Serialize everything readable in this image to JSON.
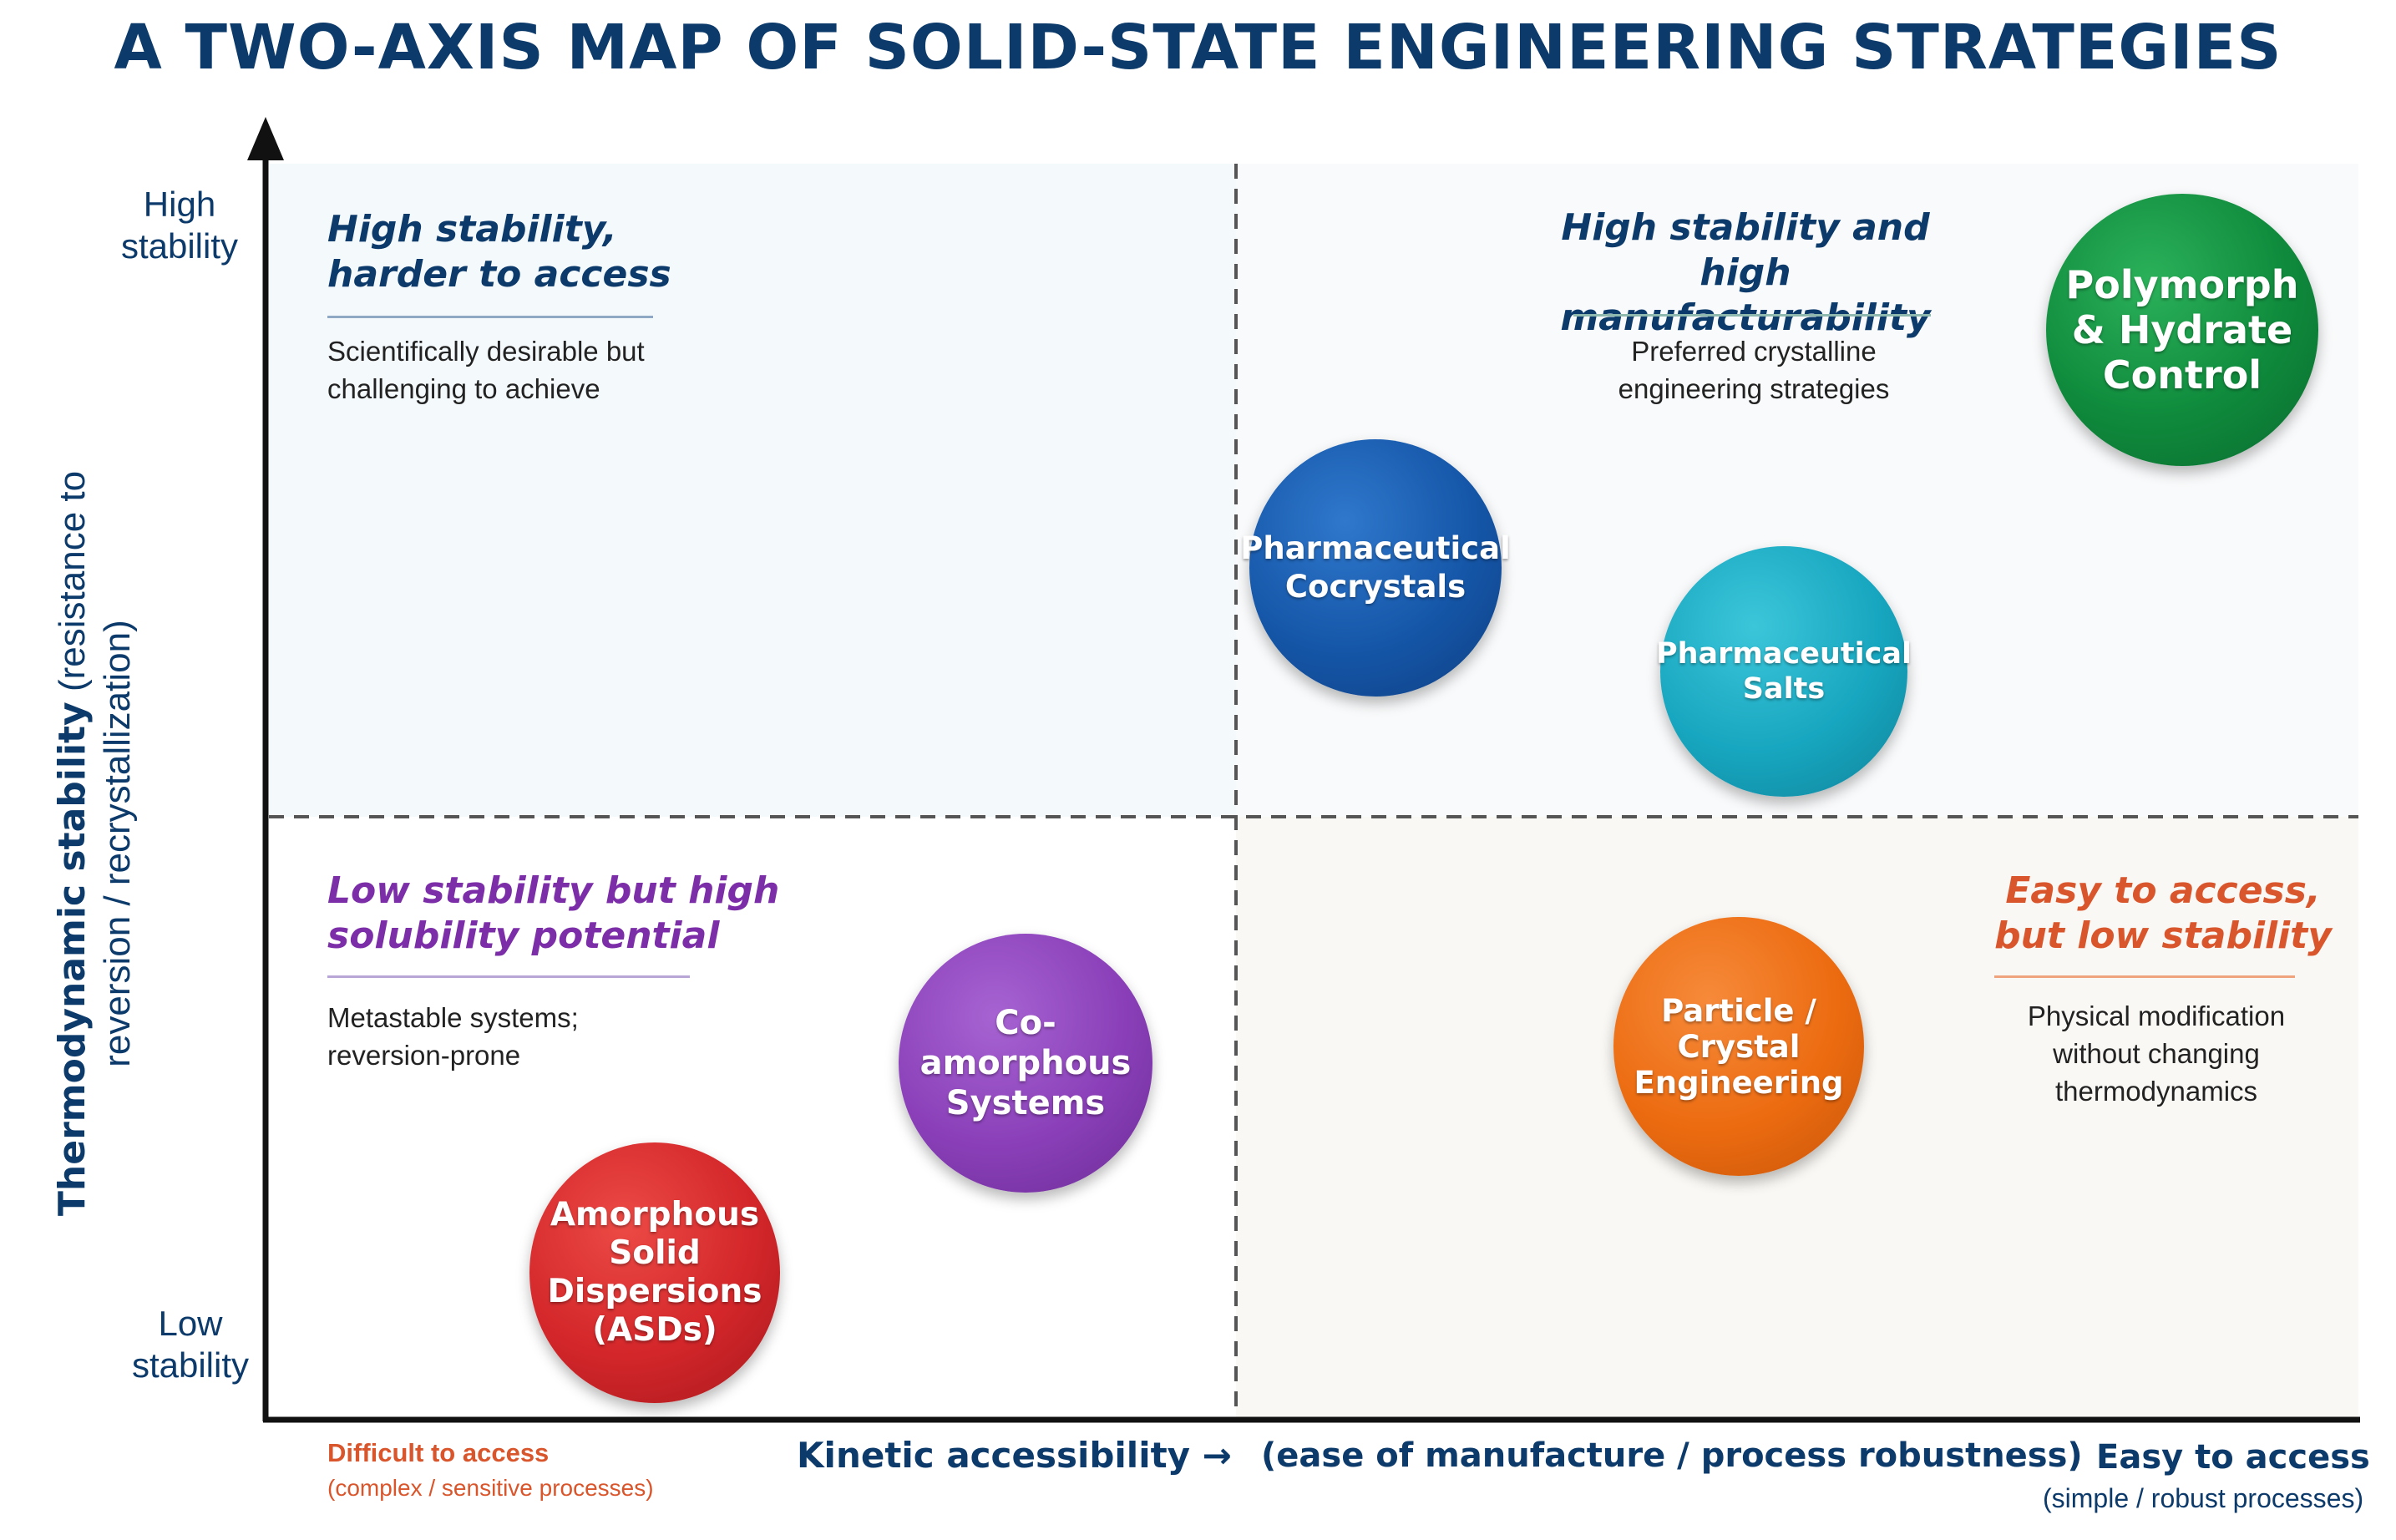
{
  "title": "A TWO-AXIS MAP OF SOLID-STATE ENGINEERING STRATEGIES",
  "y_axis": {
    "label_bold": "Thermodynamic stability",
    "label_rest": "(resistance to reversion / recrystallization)",
    "high": "High\nstability",
    "low": "Low\nstability"
  },
  "x_axis": {
    "label": "Kinetic accessibility →",
    "label_note": "(ease of manufacture / process robustness)",
    "left": "Difficult to access",
    "left_sub": "(complex / sensitive processes)",
    "right": "Easy to access",
    "right_sub": "(simple / robust processes)"
  },
  "quadrants": {
    "top_left": {
      "heading": "High stability,\nharder to access",
      "desc": "Scientifically desirable but\nchallenging to achieve",
      "color": "#0c3a6b"
    },
    "top_right": {
      "heading": "High stability and high\nmanufacturability",
      "desc": "Preferred crystalline\nengineering strategies",
      "color": "#0c3a6b"
    },
    "bottom_left": {
      "heading": "Low stability but high\nsolubility potential",
      "desc": "Metastable systems;\nreversion-prone",
      "color": "#7b2ea8"
    },
    "bottom_right": {
      "heading": "Easy to access,\nbut low stability",
      "desc": "Physical modification\nwithout changing\nthermodynamics",
      "color": "#d9552b"
    }
  },
  "strategies": [
    {
      "name": "Polymorph\n& Hydrate\nControl",
      "color": "#0f8a3c"
    },
    {
      "name": "Pharmaceutical\nCocrystals",
      "color": "#1556a8"
    },
    {
      "name": "Pharmaceutical\nSalts",
      "color": "#17a6bf"
    },
    {
      "name": "Co-amorphous\nSystems",
      "color": "#8a3fb8"
    },
    {
      "name": "Amorphous\nSolid\nDispersions\n(ASDs)",
      "color": "#d3262a"
    },
    {
      "name": "Particle /\nCrystal\nEngineering",
      "color": "#ec6b10"
    }
  ]
}
